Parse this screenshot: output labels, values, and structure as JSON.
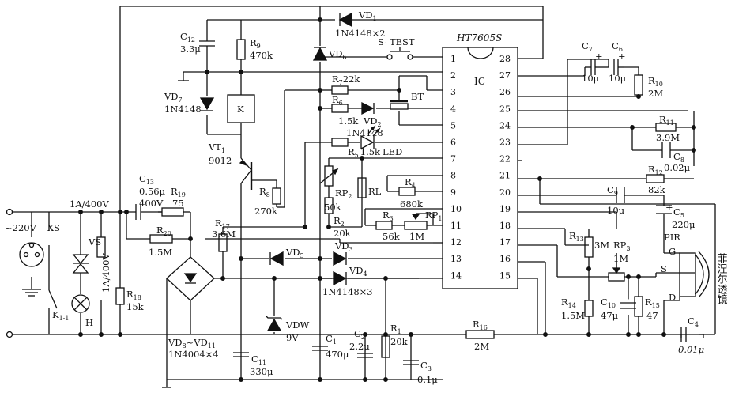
{
  "labels": {
    "ac_source": "~220V",
    "xs": "XS",
    "vs": "VS",
    "h": "H",
    "k11": "K",
    "k11_sub": "1-1",
    "fuse_rating": "1A/400V",
    "fuse_rating2": "1A/400V",
    "r18": "R",
    "r18_sub": "18",
    "r18_val": "15k",
    "c13": "C",
    "c13_sub": "13",
    "c13_val1": "0.56μ",
    "c13_val2": "400V",
    "r19": "R",
    "r19_sub": "19",
    "r19_val": "75",
    "r20": "R",
    "r20_sub": "20",
    "r20_val": "1.5M",
    "r17": "R",
    "r17_sub": "17",
    "r17_val": "3.6M",
    "bridge": "VD",
    "bridge_sub": "8",
    "bridge_mid": "~VD",
    "bridge_sub2": "11",
    "bridge_val": "1N4004×4",
    "c12": "C",
    "c12_sub": "12",
    "c12_val": "3.3μ",
    "r9": "R",
    "r9_sub": "9",
    "r9_val": "470k",
    "vd7": "VD",
    "vd7_sub": "7",
    "vd7_val": "1N4148",
    "k": "K",
    "vt1": "VT",
    "vt1_sub": "1",
    "vt1_val": "9012",
    "r8": "R",
    "r8_sub": "8",
    "r8_val": "270k",
    "vd1": "VD",
    "vd1_sub": "1",
    "vd12_val": "1N4148×2",
    "vd6": "VD",
    "vd6_sub": "6",
    "s1": "S",
    "s1_sub": "1",
    "s1_val": "TEST",
    "r7": "R",
    "r7_sub": "7",
    "r7_val": "22k",
    "bt": "BT",
    "r6": "R",
    "r6_sub": "6",
    "r6_val": "1.5k",
    "vd2": "VD",
    "vd2_sub": "2",
    "vd2_val": "1N4148",
    "led": "LED",
    "r5": "R",
    "r5_sub": "5",
    "r5_val": "1.5k",
    "rp2": "RP",
    "rp2_sub": "2",
    "rp2_val": "50k",
    "rl": "RL",
    "r4": "R",
    "r4_sub": "4",
    "r4_val": "680k",
    "r3": "R",
    "r3_sub": "3",
    "r3_val": "56k",
    "rp1": "RP",
    "rp1_sub": "1",
    "rp1_val": "1M",
    "r2": "R",
    "r2_sub": "2",
    "r2_val": "20k",
    "vd3": "VD",
    "vd3_sub": "3",
    "vd4": "VD",
    "vd4_sub": "4",
    "vd5": "VD",
    "vd5_sub": "5",
    "vd345_val": "1N4148×3",
    "vdw": "VDW",
    "vdw_val": "9V",
    "c11": "C",
    "c11_sub": "11",
    "c11_val": "330μ",
    "c1": "C",
    "c1_sub": "1",
    "c1_val": "470μ",
    "c2": "C",
    "c2_sub": "2",
    "c2_val": "2.2μ",
    "r1": "R",
    "r1_sub": "1",
    "r1_val": "20k",
    "c3": "C",
    "c3_sub": "3",
    "c3_val": "0.1μ",
    "r16": "R",
    "r16_sub": "16",
    "r16_val": "2M",
    "ic_part": "HT7605S",
    "ic": "IC",
    "c7": "C",
    "c7_sub": "7",
    "c7_val": "10μ",
    "c6": "C",
    "c6_sub": "6",
    "c6_val": "10μ",
    "r10": "R",
    "r10_sub": "10",
    "r10_val": "2M",
    "r11": "R",
    "r11_sub": "11",
    "r11_val": "3.9M",
    "c8": "C",
    "c8_sub": "8",
    "c8_val": "0.02μ",
    "r12": "R",
    "r12_sub": "12",
    "r12_val": "82k",
    "c9": "C",
    "c9_sub": "9",
    "c9_val": "10μ",
    "c5": "C",
    "c5_sub": "5",
    "c5_val": "220μ",
    "pir": "PIR",
    "pir_g": "G",
    "pir_s": "S",
    "pir_d": "D",
    "lens": "菲涅尔透镜",
    "r13": "R",
    "r13_sub": "13",
    "r13_val": "3M",
    "rp3": "RP",
    "rp3_sub": "3",
    "rp3_val": "1M",
    "r14": "R",
    "r14_sub": "14",
    "r14_val": "1.5M",
    "c10": "C",
    "c10_sub": "10",
    "c10_val": "47μ",
    "r15": "R",
    "r15_sub": "15",
    "r15_val": "47",
    "c4": "C",
    "c4_sub": "4",
    "c4_val": "0.01μ",
    "plus": "+"
  },
  "ic_pins_left": [
    "1",
    "2",
    "3",
    "4",
    "5",
    "6",
    "7",
    "8",
    "9",
    "10",
    "11",
    "12",
    "13",
    "14"
  ],
  "ic_pins_right": [
    "28",
    "27",
    "26",
    "25",
    "24",
    "23",
    "22",
    "21",
    "20",
    "19",
    "18",
    "17",
    "16",
    "15"
  ]
}
